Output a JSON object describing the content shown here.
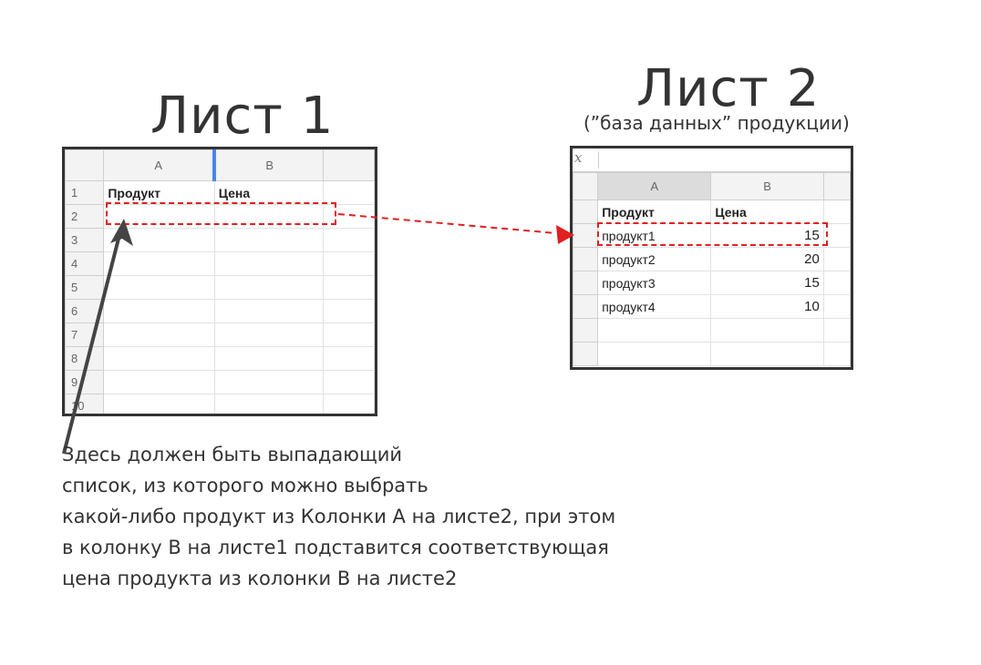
{
  "sheet1": {
    "title": "Лист 1",
    "columns": [
      "A",
      "B"
    ],
    "rows": [
      "1",
      "2",
      "3",
      "4",
      "5",
      "6",
      "7",
      "8",
      "9",
      "10"
    ],
    "header_row": {
      "a": "Продукт",
      "b": "Цена"
    }
  },
  "sheet2": {
    "title": "Лист 2",
    "subtitle": "(”база данных” продукции)",
    "formula_bar_label": "x",
    "columns": [
      "A",
      "B"
    ],
    "header_row": {
      "a": "Продукт",
      "b": "Цена"
    },
    "products": [
      {
        "name": "продукт1",
        "price": "15"
      },
      {
        "name": "продукт2",
        "price": "20"
      },
      {
        "name": "продукт3",
        "price": "15"
      },
      {
        "name": "продукт4",
        "price": "10"
      }
    ]
  },
  "note": {
    "lines": [
      "Здесь должен быть выпадающий",
      "список, из которого можно выбрать",
      "какой-либо продукт из Колонки А на листе2, при этом",
      "в колонку В на листе1 подставится соответствующая",
      "цена продукта из колонки В на листе2"
    ]
  },
  "colors": {
    "dashed_highlight": "#e02020",
    "arrow": "#444444",
    "frame": "#333333"
  }
}
